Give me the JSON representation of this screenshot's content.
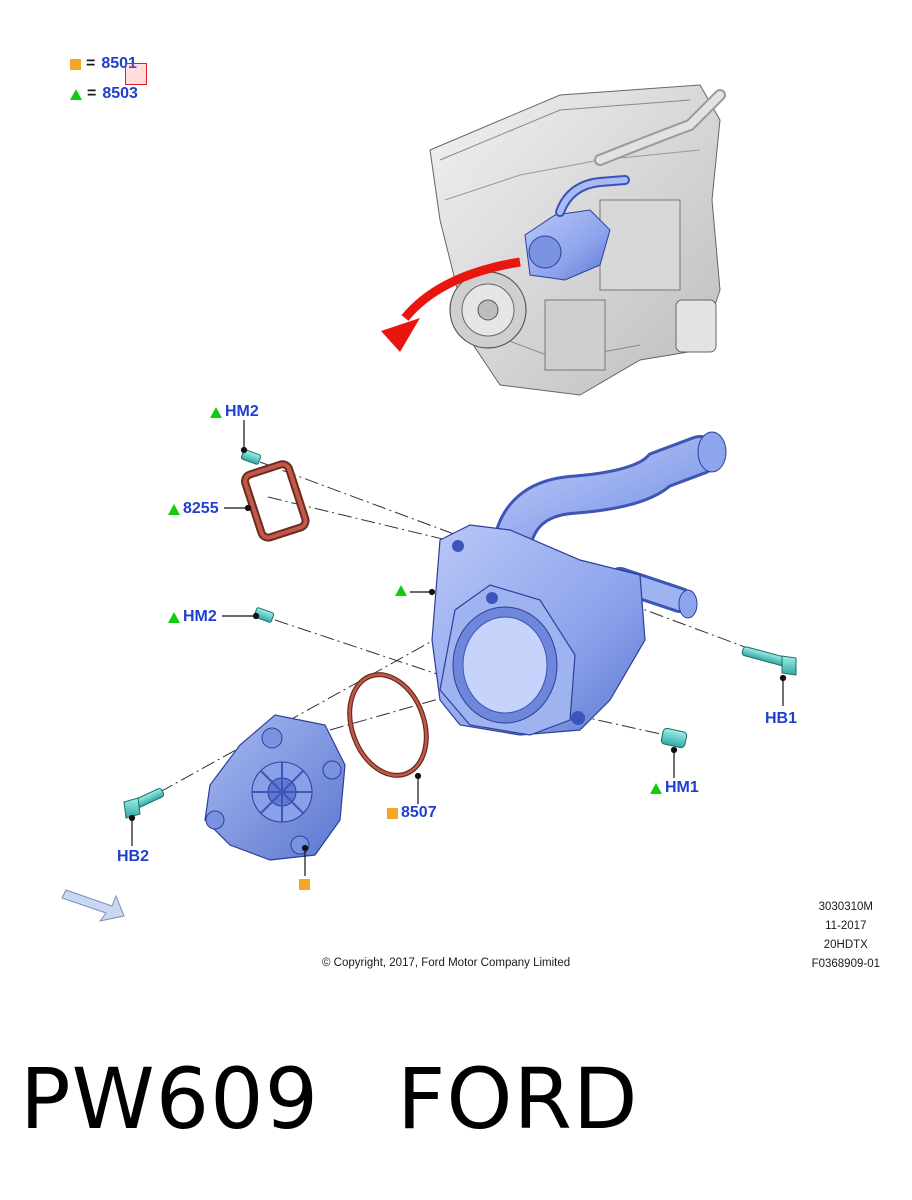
{
  "legend": [
    {
      "symbol": "square",
      "color": "#f5a623",
      "eq": "=",
      "code": "8501"
    },
    {
      "symbol": "triangle",
      "color": "#11cc11",
      "eq": "=",
      "code": "8503"
    }
  ],
  "callouts": {
    "hm2_top": "HM2",
    "c8255": "8255",
    "hm2_mid": "HM2",
    "hb1": "HB1",
    "hm1": "HM1",
    "c8507": "8507",
    "hb2": "HB2"
  },
  "meta": {
    "line1": "3030310M",
    "line2": "11-2017",
    "line3": "20HDTX",
    "line4": "F0368909-01"
  },
  "copyright": "© Copyright, 2017, Ford Motor Company Limited",
  "footer": {
    "part_number": "PW609",
    "brand": "FORD"
  },
  "colors": {
    "part_blue": "#8fa6ee",
    "accent_green": "#11cc11",
    "accent_orange": "#f5a623",
    "label_blue": "#1f3fcf",
    "arrow_red": "#e8160f",
    "gasket": "#b04a3a",
    "fastener_teal": "#4cc6c0"
  }
}
